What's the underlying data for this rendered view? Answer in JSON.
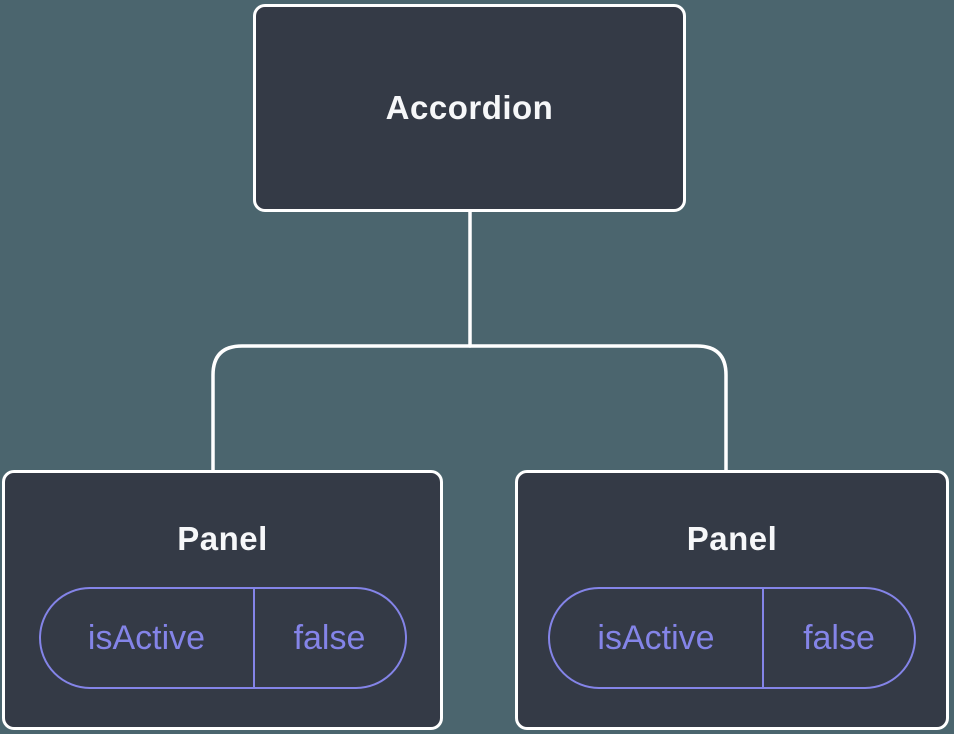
{
  "diagram": {
    "type": "component-tree",
    "root": {
      "label": "Accordion"
    },
    "children": [
      {
        "label": "Panel",
        "state": {
          "key": "isActive",
          "value": "false"
        }
      },
      {
        "label": "Panel",
        "state": {
          "key": "isActive",
          "value": "false"
        }
      }
    ]
  },
  "colors": {
    "background": "#4b656e",
    "node_fill": "#343a46",
    "node_border": "#ffffff",
    "state_accent": "#8484e8",
    "label_text": "#f6f7f9"
  }
}
